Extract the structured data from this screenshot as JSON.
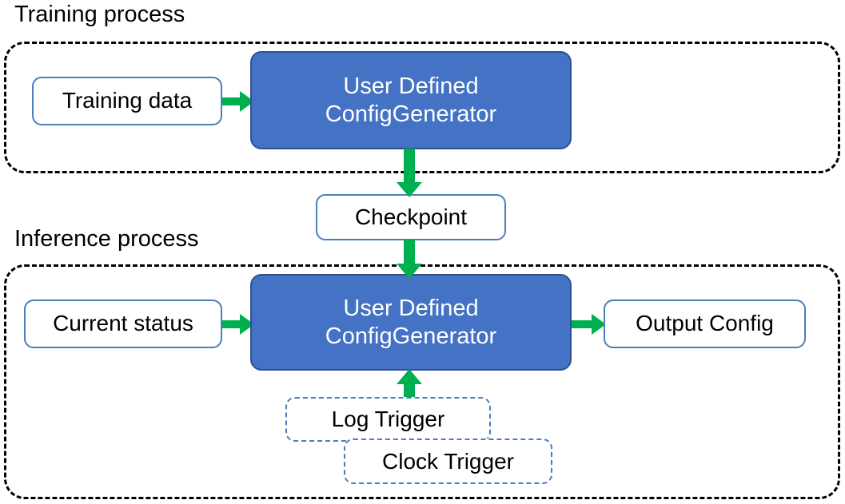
{
  "diagram": {
    "title_training": "Training process",
    "title_inference": "Inference process",
    "colors": {
      "generator_fill": "#4472C4",
      "generator_border": "#2F528F",
      "node_border": "#4A7EBB",
      "arrow_green": "#00B050",
      "container_border": "#000000",
      "text_dark": "#000000",
      "text_light": "#FFFFFF"
    },
    "training": {
      "container_label": "Training process",
      "input_node": "Training data",
      "generator_line1": "User Defined",
      "generator_line2": "ConfigGenerator"
    },
    "checkpoint": {
      "label": "Checkpoint"
    },
    "inference": {
      "container_label": "Inference process",
      "input_node": "Current status",
      "generator_line1": "User Defined",
      "generator_line2": "ConfigGenerator",
      "output_node": "Output Config",
      "triggers": [
        {
          "label": "Log Trigger"
        },
        {
          "label": "Clock Trigger"
        }
      ]
    },
    "arrows": [
      {
        "name": "training-data-to-generator",
        "direction": "right"
      },
      {
        "name": "generator-to-checkpoint",
        "direction": "down"
      },
      {
        "name": "checkpoint-to-generator",
        "direction": "down"
      },
      {
        "name": "current-status-to-generator",
        "direction": "right"
      },
      {
        "name": "generator-to-output-config",
        "direction": "right"
      },
      {
        "name": "triggers-to-generator",
        "direction": "up"
      }
    ]
  }
}
